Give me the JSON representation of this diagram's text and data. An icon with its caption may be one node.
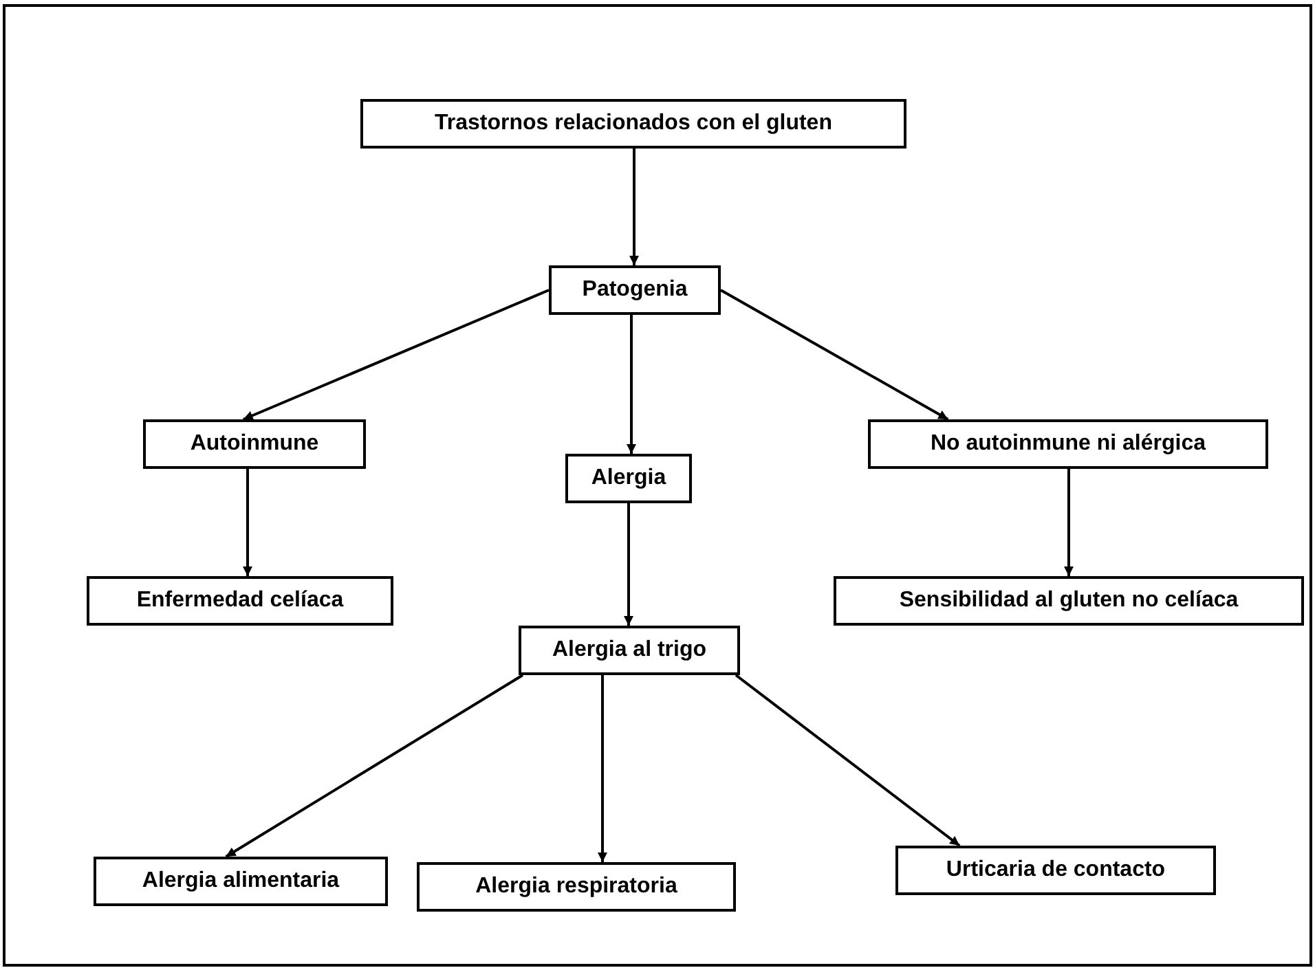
{
  "diagram": {
    "nodes": [
      {
        "text": [
          "Trastornos relacionados con el gluten"
        ]
      },
      {
        "text": [
          "Patogenia"
        ]
      },
      {
        "text": [
          "Autoinmune"
        ]
      },
      {
        "text": [
          "Alergia"
        ]
      },
      {
        "text": [
          "No autoinmune ni alérgica"
        ]
      },
      {
        "text": [
          "Enfermedad celíaca"
        ]
      },
      {
        "text": [
          "Alergia al trigo"
        ]
      },
      {
        "text": [
          "Sensibilidad al gluten no celíaca"
        ]
      },
      {
        "text": [
          "Alergia alimentaria"
        ]
      },
      {
        "text": [
          "Alergia respiratoria"
        ]
      },
      {
        "text": [
          "Urticaria de contacto"
        ]
      }
    ],
    "edges": [
      {
        "from": 0,
        "to": 1,
        "arrow": "to"
      },
      {
        "from": 1,
        "to": 2,
        "arrow": "to"
      },
      {
        "from": 1,
        "to": 3,
        "arrow": "to"
      },
      {
        "from": 1,
        "to": 4,
        "arrow": "to"
      },
      {
        "from": 2,
        "to": 5,
        "arrow": "to"
      },
      {
        "from": 3,
        "to": 6,
        "arrow": "to"
      },
      {
        "from": 4,
        "to": 7,
        "arrow": "to"
      },
      {
        "from": 6,
        "to": 8,
        "arrow": "to"
      },
      {
        "from": 6,
        "to": 9,
        "arrow": "to"
      },
      {
        "from": 6,
        "to": 10,
        "arrow": "to"
      }
    ]
  }
}
